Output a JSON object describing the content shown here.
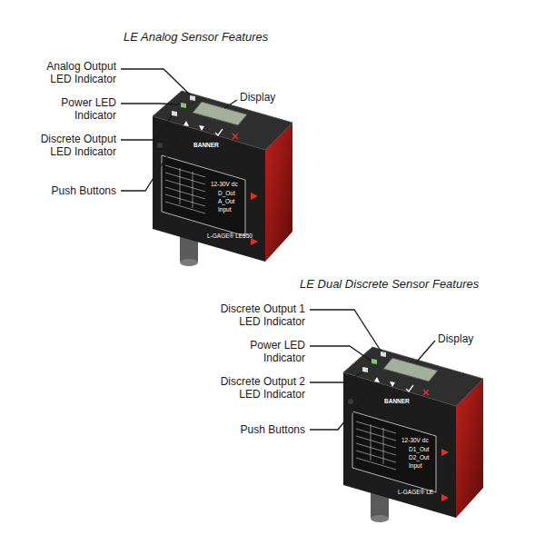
{
  "diagram": {
    "labels": [
      "LE Analog Sensor Features",
      "Analog Output LED Indicator",
      "Power LED Indicator",
      "Discrete Output LED Indicator",
      "Push Buttons",
      "Display",
      "BANNER",
      "12-30V dc",
      "D_Out",
      "A_Out",
      "Input",
      "L-GAGE® LE550",
      "LE Dual Discrete Sensor Features",
      "Discrete Output 1 LED Indicator",
      "Power LED Indicator",
      "Discrete Output 2 LED Indicator",
      "Push Buttons",
      "Display",
      "BANNER",
      "12-30V dc",
      "D1_Out",
      "D2_Out",
      "Input",
      "L-GAGE® LE"
    ]
  }
}
